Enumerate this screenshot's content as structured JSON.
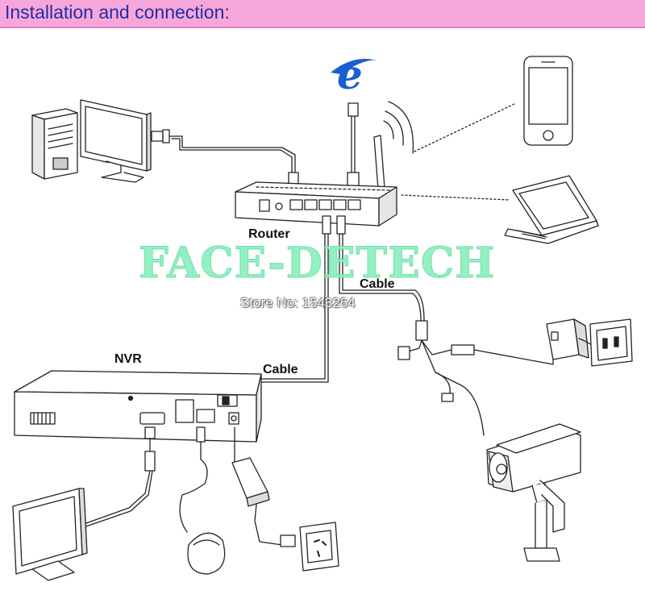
{
  "header": {
    "title": "Installation and connection:"
  },
  "labels": {
    "router": "Router",
    "nvr": "NVR",
    "cable_top": "Cable",
    "cable_left": "Cable"
  },
  "watermark": {
    "brand": "FACE-DETECH",
    "store": "Store No: 1543264"
  },
  "icons": {
    "browser": "internet-explorer-icon"
  },
  "colors": {
    "header_bg": "#f7a6d9",
    "header_text": "#1e2fa8",
    "watermark": "#8ef0bf",
    "ie_blue": "#1a5fd0"
  }
}
